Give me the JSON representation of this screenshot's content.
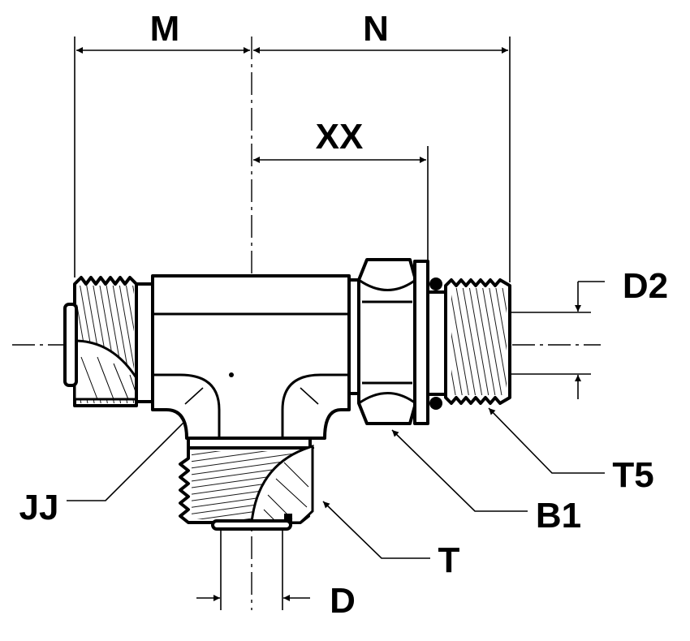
{
  "diagram": {
    "title": "Tee fitting dimension drawing",
    "labels": {
      "m": "M",
      "n": "N",
      "xx": "XX",
      "d2": "D2",
      "t5": "T5",
      "b1": "B1",
      "t": "T",
      "d": "D",
      "jj": "JJ"
    }
  }
}
